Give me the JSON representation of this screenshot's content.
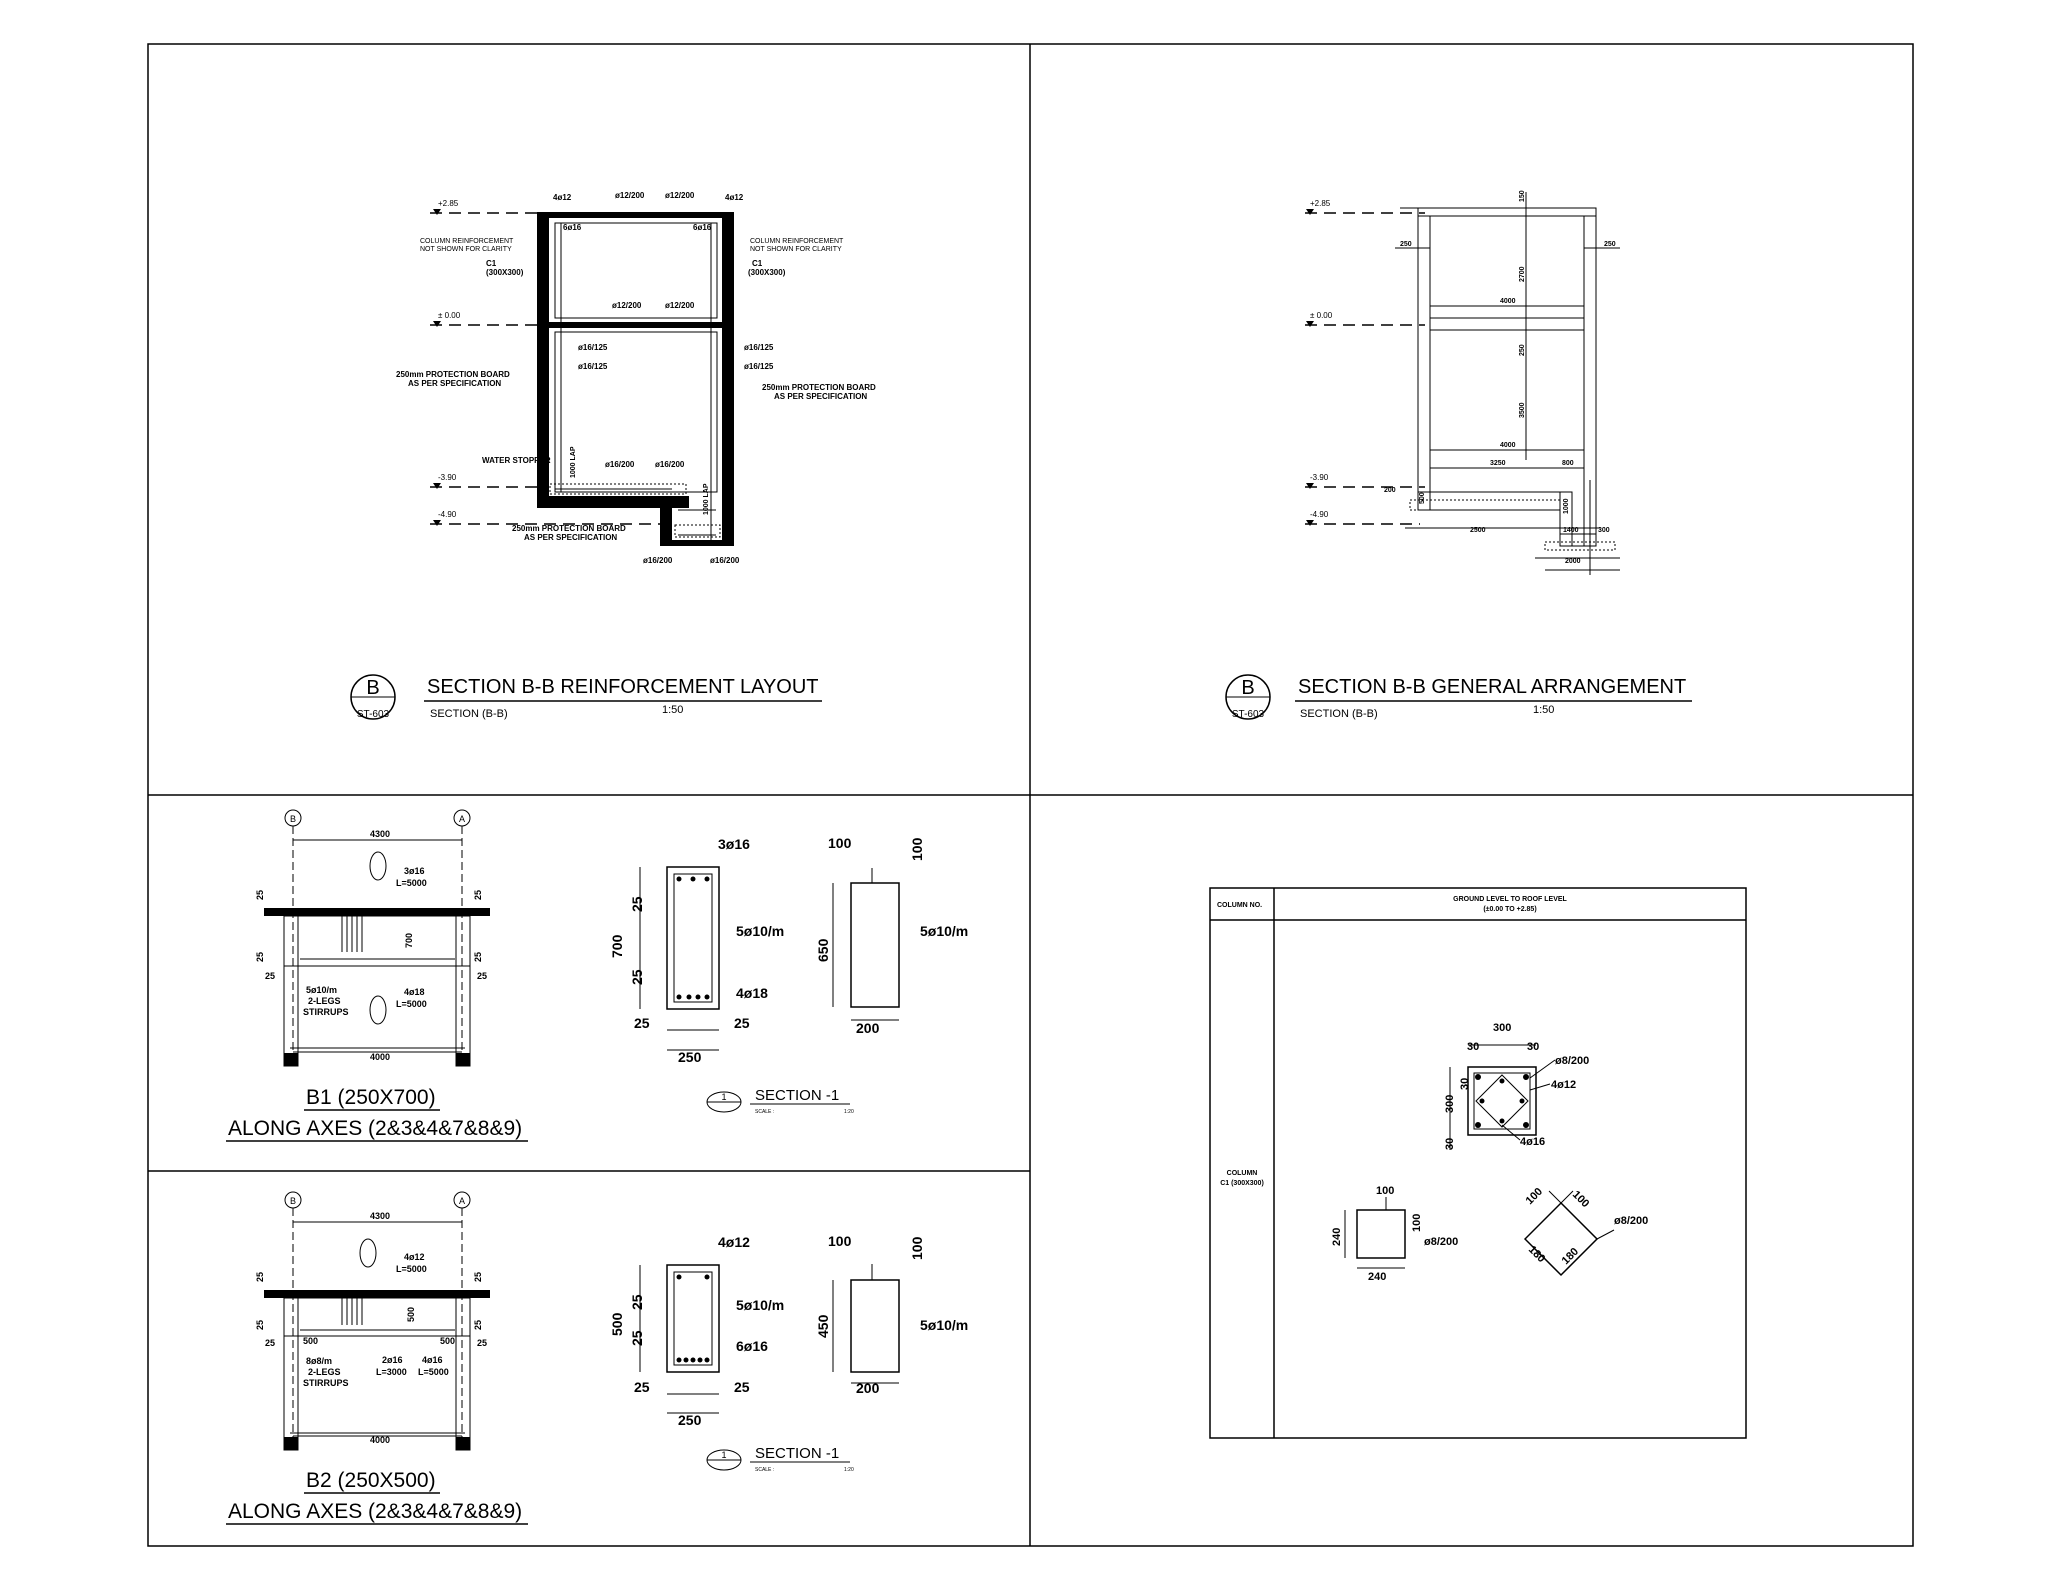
{
  "panels": {
    "reinf": {
      "levels": [
        "+2.85",
        "± 0.00",
        "-3.90",
        "-4.90"
      ],
      "title": "SECTION B-B REINFORCEMENT LAYOUT",
      "subtitle": "SECTION (B-B)",
      "scale": "1:50",
      "marker_letter": "B",
      "marker_sheet": "ST-603",
      "notes": {
        "top_bars_l": "4ø12",
        "top_bars_m1": "ø12/200",
        "top_bars_m2": "ø12/200",
        "top_bars_r": "4ø12",
        "corner_l": "6ø16",
        "corner_r": "6ø16",
        "col_note_l1": "COLUMN REINFORCEMENT",
        "col_note_l2": "NOT SHOWN FOR CLARITY",
        "col_note_r1": "COLUMN REINFORCEMENT",
        "col_note_r2": "NOT SHOWN FOR CLARITY",
        "c1_l": "C1",
        "c1_l_size": "(300X300)",
        "c1_r": "C1",
        "c1_r_size": "(300X300)",
        "mid_bars_1": "ø12/200",
        "mid_bars_2": "ø12/200",
        "wall_bars_1": "ø16/125",
        "wall_bars_2": "ø16/125",
        "wall_bars_3": "ø16/125",
        "wall_bars_4": "ø16/125",
        "prot_l1": "250mm PROTECTION BOARD",
        "prot_l2": "AS PER SPECIFICATION",
        "prot_r1": "250mm PROTECTION BOARD",
        "prot_r2": "AS PER SPECIFICATION",
        "water_stopper": "WATER STOPPER",
        "lap_1": "1000 LAP",
        "lap_2": "1000 LAP",
        "base_bars_1": "ø16/200",
        "base_bars_2": "ø16/200",
        "prot_b1": "250mm PROTECTION BOARD",
        "prot_b2": "AS PER SPECIFICATION",
        "bot_bars_1": "ø16/200",
        "bot_bars_2": "ø16/200"
      }
    },
    "ga": {
      "levels": [
        "+2.85",
        "± 0.00",
        "-3.90",
        "-4.90"
      ],
      "title": "SECTION B-B GENERAL ARRANGEMENT",
      "subtitle": "SECTION (B-B)",
      "scale": "1:50",
      "marker_letter": "B",
      "marker_sheet": "ST-603",
      "dims": {
        "top": "150",
        "l_col": "250",
        "r_col": "250",
        "h_upper": "2700",
        "span_upper": "4000",
        "slab": "250",
        "h_lower": "3500",
        "span_lower": "4000",
        "d_3250": "3250",
        "d_800": "800",
        "d_200": "200",
        "d_500": "500",
        "d_1000": "1000",
        "d_2500": "2500",
        "d_1400": "1400",
        "d_300": "300",
        "d_2000": "2000"
      }
    },
    "b1": {
      "axis_left": "B",
      "axis_right": "A",
      "span_top": "4300",
      "span_bot": "4000",
      "top_bars": "3ø16",
      "top_len": "L=5000",
      "bot_bars": "4ø18",
      "bot_len": "L=5000",
      "stirrups_1": "5ø10/m",
      "stirrups_2": "2-LEGS",
      "stirrups_3": "STIRRUPS",
      "depth": "700",
      "d25a": "25",
      "d25b": "25",
      "d25c": "25",
      "d25d": "25",
      "d25e": "25",
      "d25f": "25",
      "title": "B1 (250X700)",
      "axes": "ALONG AXES (2&3&4&7&8&9)",
      "sec_top": "3ø16",
      "sec_mid": "5ø10/m",
      "sec_bot": "4ø18",
      "sec_depth": "700",
      "sec_c1": "25",
      "sec_c2": "25",
      "sec_w1": "25",
      "sec_w2": "25",
      "sec_width": "250",
      "stir_w100": "100",
      "stir_h100": "100",
      "stir_h": "650",
      "stir_w": "200",
      "stir_label": "5ø10/m",
      "section_label": "SECTION -1",
      "section_num": "1",
      "scale_lbl": "SCALE :",
      "scale_val": "1:20"
    },
    "b2": {
      "axis_left": "B",
      "axis_right": "A",
      "span_top": "4300",
      "span_bot": "4000",
      "top_bars": "4ø12",
      "top_len": "L=5000",
      "stirrups_1": "8ø8/m",
      "stirrups_2": "2-LEGS",
      "stirrups_3": "STIRRUPS",
      "mid_bars": "2ø16",
      "mid_len": "L=3000",
      "bot_bars": "4ø16",
      "bot_len": "L=5000",
      "depth": "500",
      "d500a": "500",
      "d500b": "500",
      "d25a": "25",
      "d25b": "25",
      "d25c": "25",
      "d25d": "25",
      "d25e": "25",
      "d25f": "25",
      "title": "B2 (250X500)",
      "axes": "ALONG AXES (2&3&4&7&8&9)",
      "sec_top": "4ø12",
      "sec_mid": "5ø10/m",
      "sec_bot": "6ø16",
      "sec_depth": "500",
      "sec_c1": "25",
      "sec_c2": "25",
      "sec_w1": "25",
      "sec_w2": "25",
      "sec_width": "250",
      "stir_w100": "100",
      "stir_h100": "100",
      "stir_h": "450",
      "stir_w": "200",
      "stir_label": "5ø10/m",
      "section_label": "SECTION -1",
      "section_num": "1",
      "scale_lbl": "SCALE :",
      "scale_val": "1:20"
    },
    "column": {
      "hdr_col": "COLUMN NO.",
      "hdr_lvl1": "GROUND LEVEL TO ROOF LEVEL",
      "hdr_lvl2": "(±0.00 TO +2.85)",
      "row_name": "COLUMN",
      "row_size": "C1 (300X300)",
      "w300": "300",
      "h300": "300",
      "c30a": "30",
      "c30b": "30",
      "c30c": "30",
      "c30d": "30",
      "ties": "ø8/200",
      "main_bars": "4ø12",
      "corner_bars": "4ø16",
      "tie1_100a": "100",
      "tie1_100b": "100",
      "tie1_240h": "240",
      "tie1_240w": "240",
      "tie1_label": "ø8/200",
      "tie2_100a": "100",
      "tie2_100b": "100",
      "tie2_180a": "180",
      "tie2_180b": "180",
      "tie2_label": "ø8/200"
    }
  }
}
